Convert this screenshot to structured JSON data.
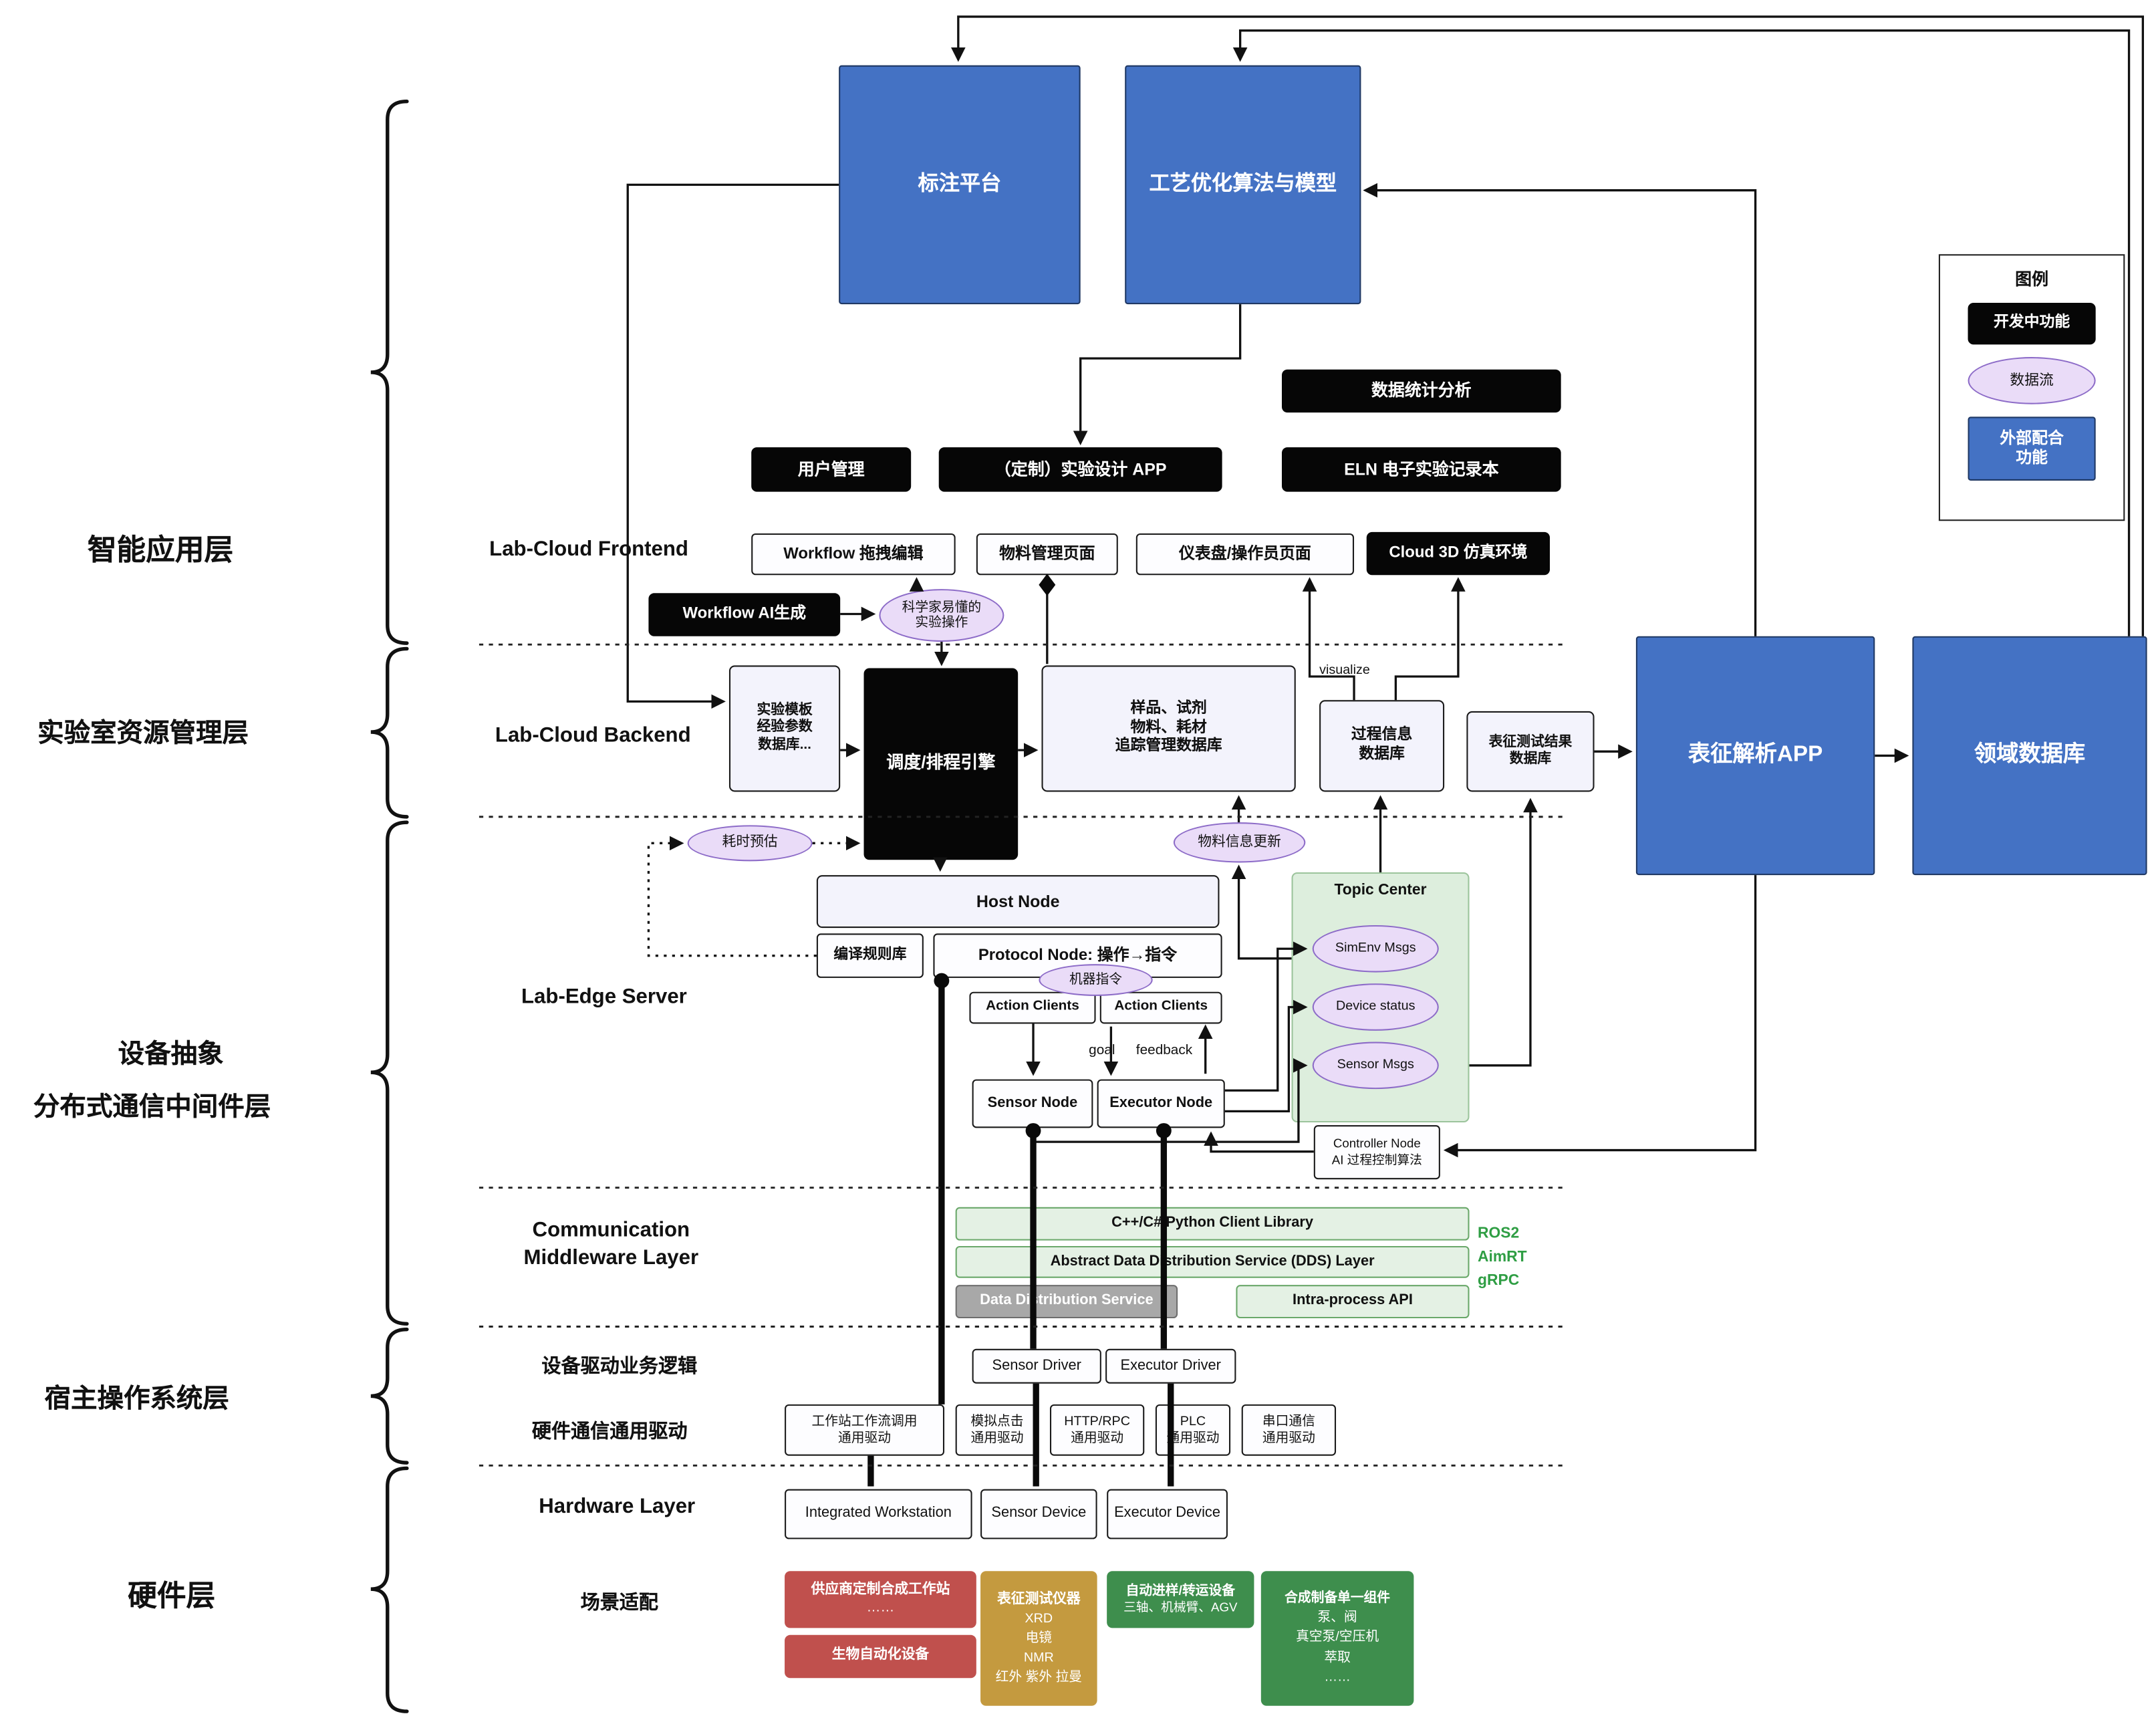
{
  "colors": {
    "dev_black": "#060606",
    "external_blue": "#4472c4",
    "dataflow_fill": "#eadcf8"
  },
  "legend": {
    "title": "图例",
    "dev": "开发中功能",
    "dataflow": "数据流",
    "external": "外部配合\n功能"
  },
  "left_labels": {
    "app": "智能应用层",
    "resource": "实验室资源管理层",
    "abstraction": "设备抽象",
    "middleware": "分布式通信中间件层",
    "host_os": "宿主操作系统层",
    "hardware": "硬件层"
  },
  "top": {
    "annotation": "标注平台",
    "optimization": "工艺优化算法与模型"
  },
  "frontend": {
    "label": "Lab-Cloud Frontend",
    "stats": "数据统计分析",
    "user": "用户管理",
    "design_app": "（定制）实验设计 APP",
    "eln": "ELN 电子实验记录本",
    "workflow_edit": "Workflow 拖拽编辑",
    "material": "物料管理页面",
    "dashboard": "仪表盘/操作员页面",
    "cloud3d": "Cloud 3D 仿真环境",
    "workflow_ai": "Workflow AI生成",
    "sci_ops": "科学家易懂的\n实验操作"
  },
  "backend": {
    "label": "Lab-Cloud Backend",
    "template_db": "实验模板\n经验参数\n数据库...",
    "scheduler": "调度/排程引擎",
    "sample_db": "样品、试剂\n物料、耗材\n追踪管理数据库",
    "process_db": "过程信息\n数据库",
    "result_db": "表征测试结果\n数据库",
    "visualize": "visualize",
    "time_est": "耗时预估",
    "material_update": "物料信息更新",
    "char_app": "表征解析APP",
    "domain_db": "领域数据库"
  },
  "edge": {
    "label": "Lab-Edge Server",
    "host": "Host Node",
    "rules": "编译规则库",
    "protocol": "Protocol Node: 操作→指令",
    "machine_cmd": "机器指令",
    "action1": "Action Clients",
    "action2": "Action Clients",
    "goal": "goal",
    "feedback": "feedback",
    "sensor_node": "Sensor Node",
    "executor_node": "Executor Node",
    "topic_center": "Topic Center",
    "simenv": "SimEnv Msgs",
    "device_status": "Device status",
    "sensor_msgs": "Sensor Msgs",
    "controller": "Controller Node\nAI 过程控制算法"
  },
  "comm": {
    "label": "Communication\nMiddleware Layer",
    "client_lib": "C++/C#/Python Client Library",
    "dds_abstract": "Abstract Data Distribution Service (DDS) Layer",
    "dds": "Data Distribution Service",
    "intra": "Intra-process API",
    "ros2": "ROS2",
    "aimrt": "AimRT",
    "grpc": "gRPC"
  },
  "drivers": {
    "logic_label": "设备驱动业务逻辑",
    "sensor": "Sensor Driver",
    "executor": "Executor Driver",
    "hw_label": "硬件通信通用驱动",
    "workstation": "工作站工作流调用\n通用驱动",
    "click": "模拟点击\n通用驱动",
    "http": "HTTP/RPC\n通用驱动",
    "plc": "PLC\n通用驱动",
    "serial": "串口通信\n通用驱动"
  },
  "hardware": {
    "label": "Hardware Layer",
    "workstation": "Integrated Workstation",
    "sensor": "Sensor Device",
    "executor": "Executor Device",
    "scene_label": "场景适配",
    "vendor_title": "供应商定制合成工作站",
    "vendor_body": "……",
    "bio": "生物自动化设备",
    "char_title": "表征测试仪器",
    "char_body": "XRD\n电镜\nNMR\n红外 紫外 拉曼",
    "transfer_title": "自动进样/转运设备",
    "transfer_body": "三轴、机械臂、AGV",
    "component_title": "合成制备单一组件",
    "component_body": "泵、阀\n真空泵/空压机\n萃取\n……"
  }
}
